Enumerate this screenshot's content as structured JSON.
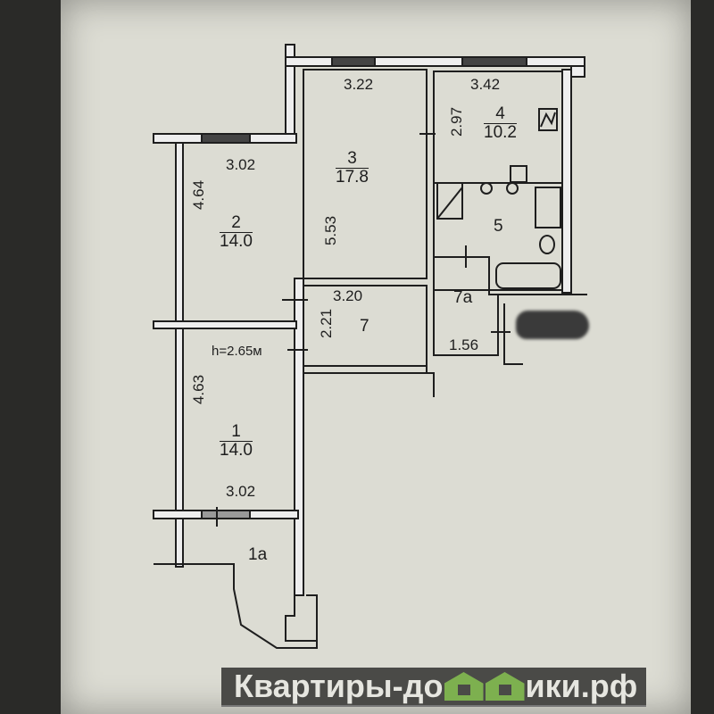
{
  "plan": {
    "ceiling_height": "h=2.65м",
    "rooms": [
      {
        "id": "1",
        "area": "14.0",
        "width": "3.02",
        "length": "4.63"
      },
      {
        "id": "1a"
      },
      {
        "id": "2",
        "area": "14.0",
        "width": "3.02",
        "length": "4.64"
      },
      {
        "id": "3",
        "area": "17.8",
        "width": "3.22",
        "length": "5.53"
      },
      {
        "id": "4",
        "area": "10.2",
        "width": "3.42",
        "length": "2.97"
      },
      {
        "id": "5"
      },
      {
        "id": "7",
        "width": "3.20",
        "length": "2.21"
      },
      {
        "id": "7а",
        "width": "1.56"
      }
    ]
  },
  "watermark": {
    "left": "Квартиры-до",
    "right": "ики.рф"
  }
}
